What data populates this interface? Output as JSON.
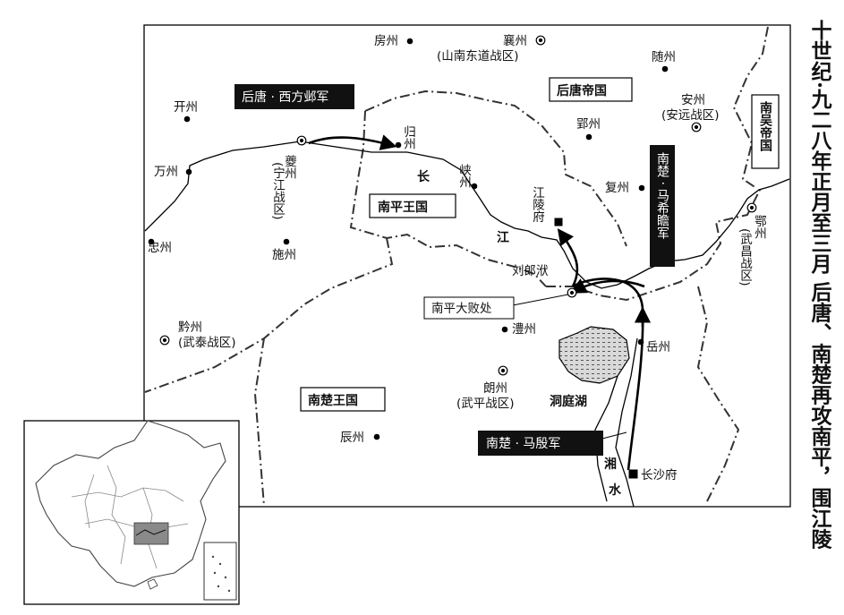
{
  "title": "十世纪·九二八年正月至三月 后唐、南楚再攻南平，围江陵",
  "states": {
    "later_tang": "后唐帝国",
    "southern_wu": "南吴帝国",
    "nanping": "南平王国",
    "southern_chu": "南楚王国"
  },
  "forces": {
    "tang_west": "后唐 · 西方邺军",
    "chu_ma_xizhan": "南楚 · 马希瞻军",
    "chu_ma_yin": "南楚 · 马殷军"
  },
  "events": {
    "defeat": "南平大败处"
  },
  "rivers": {
    "yangtze": [
      "长",
      "江"
    ],
    "xiang": [
      "湘",
      "水"
    ]
  },
  "lakes": {
    "dongting": "洞庭湖"
  },
  "places": {
    "fangzhou": "房州",
    "xiangzhou": "襄州",
    "xiangzhou_note": "(山南东道战区)",
    "suizhou": "随州",
    "anzhou": "安州",
    "anzhou_note": "(安远战区)",
    "kaizhou": "开州",
    "kuizhou": "夔州",
    "kuizhou_note": "(宁江战区)",
    "guizhou": "归州",
    "wanzhou": "万州",
    "xiazhou": "峡州",
    "yingzhou": "郢州",
    "fuzhou": "复州",
    "zhongzhou": "忠州",
    "jiangling": "江陵府",
    "shizhou": "施州",
    "ezhou": "鄂州",
    "ezhou_note": "(武昌战区)",
    "liulangfu": "刘郎洑",
    "qianzhou": "黔州",
    "qianzhou_note": "(武泰战区)",
    "lizhou": "澧州",
    "yuezhou": "岳州",
    "langzhou": "朗州",
    "langzhou_note": "(武平战区)",
    "chenzhou": "辰州",
    "changsha": "长沙府"
  },
  "icons": {
    "prefecture": "dot-marker",
    "military_region": "circled-dot-marker",
    "capital": "square-marker"
  }
}
